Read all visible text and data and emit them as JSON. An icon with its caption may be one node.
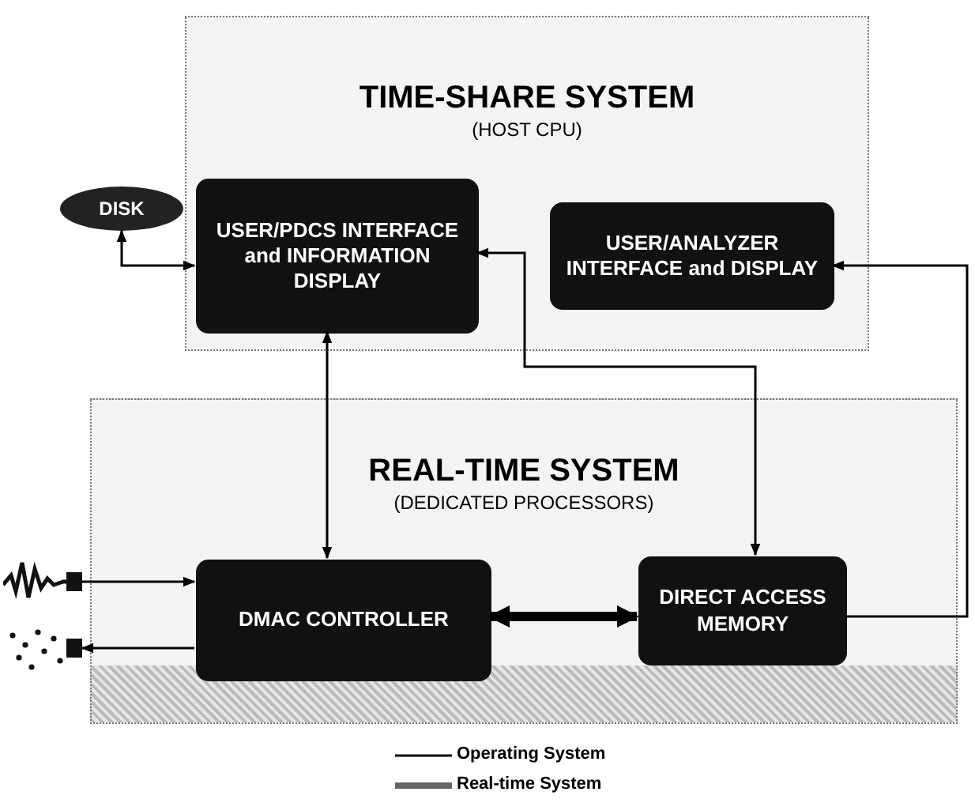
{
  "diagram": {
    "nodes": [
      {
        "text": [
          "TIME-SHARE SYSTEM",
          "(HOST CPU)"
        ]
      },
      {
        "text": [
          "DISK"
        ]
      },
      {
        "text": [
          "USER/PDCS INTERFACE and INFORMATION DISPLAY"
        ],
        "in": 0
      },
      {
        "text": [
          "USER/ANALYZER INTERFACE and DISPLAY"
        ],
        "in": 0
      },
      {
        "text": [
          "REAL-TIME SYSTEM",
          "(DEDICATED PROCESSORS)"
        ]
      },
      {
        "text": [],
        "shape": "picture"
      },
      {
        "text": [],
        "shape": "picture"
      },
      {
        "text": [
          "DMAC CONTROLLER"
        ],
        "in": 4
      },
      {
        "text": [
          "DIRECT ACCESS MEMORY"
        ],
        "in": 4
      }
    ],
    "edges": [
      {
        "from": 1,
        "to": 2,
        "arrow": "both"
      },
      {
        "from": 2,
        "to": 7,
        "arrow": "both"
      },
      {
        "from": 8,
        "to": 2,
        "arrow": "both"
      },
      {
        "from": 8,
        "to": 3,
        "arrow": "to"
      },
      {
        "from": 5,
        "to": 7,
        "arrow": "to"
      },
      {
        "from": 7,
        "to": 6,
        "arrow": "to"
      },
      {
        "from": 7,
        "to": 8,
        "arrow": "both",
        "style": "thick"
      }
    ],
    "legend": [
      {
        "text": "Operating System"
      },
      {
        "text": "Real-time System"
      }
    ]
  }
}
